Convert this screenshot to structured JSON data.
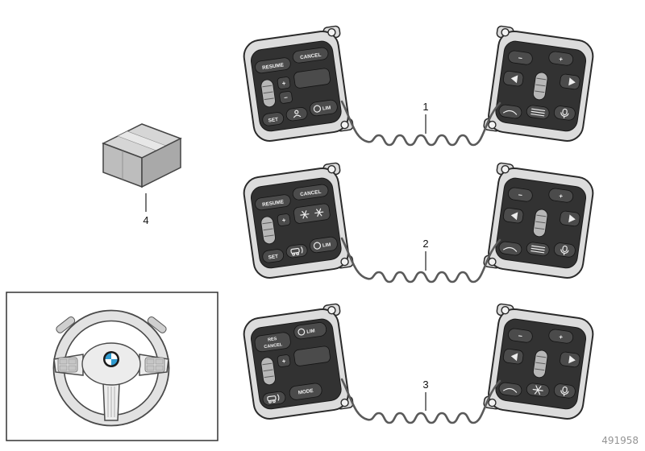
{
  "doc": {
    "number": "491958"
  },
  "callouts": {
    "item1": "1",
    "item2": "2",
    "item3": "3",
    "item4": "4"
  },
  "m1l": {
    "resume": "RESUME",
    "cancel": "CANCEL",
    "plus": "+",
    "minus": "−",
    "set": "SET",
    "lim": "LIM"
  },
  "m1r": {
    "minus": "−",
    "plus": "+"
  },
  "m2l": {
    "resume": "RESUME",
    "cancel": "CANCEL",
    "plus": "+",
    "set": "SET",
    "lim": "LIM"
  },
  "m2r": {
    "minus": "−",
    "plus": "+"
  },
  "m3l": {
    "res": "RES",
    "cancel": "CANCEL",
    "lim": "LIM",
    "plus": "+",
    "mode": "MODE"
  },
  "m3r": {
    "minus": "−",
    "plus": "+"
  },
  "icons": {
    "phone-icon": "handset",
    "menu-icon": "three-lines",
    "mic-icon": "microphone",
    "voice-icon": "voice-control",
    "assist-icon": "driver-assist-car",
    "speed-limit-icon": "circle",
    "left-arrow-icon": "left-triangle",
    "right-arrow-icon": "right-triangle",
    "favorites-icon": "asterisk",
    "thumbwheel": "scroll-wheel",
    "bmw-roundel-icon": "bmw-logo"
  }
}
